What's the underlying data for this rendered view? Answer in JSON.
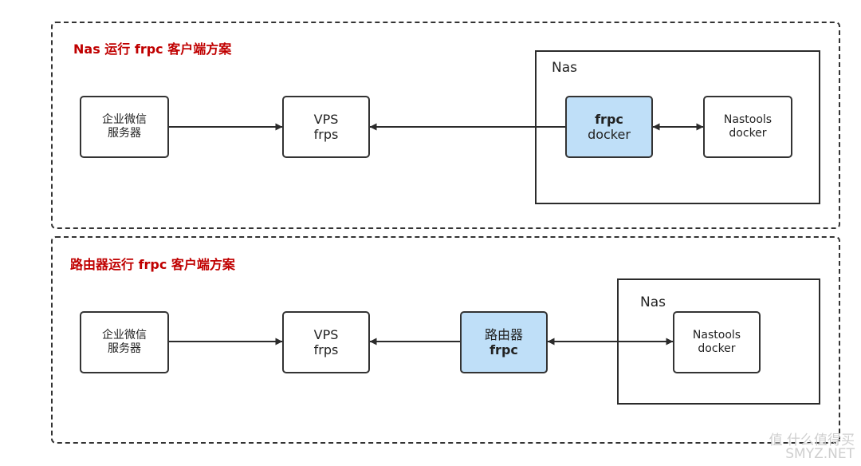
{
  "diagram_1": {
    "title": "Nas 运行 frpc 客户端方案",
    "client": {
      "line1": "企业微信",
      "line2": "服务器"
    },
    "server": {
      "line1": "VPS",
      "line2": "frps"
    },
    "group_label": "Nas",
    "frpc_node": {
      "line1": "frpc",
      "line2": "docker"
    },
    "nastools_node": {
      "line1": "Nastools",
      "line2": "docker"
    }
  },
  "diagram_2": {
    "title": "路由器运行 frpc 客户端方案",
    "client": {
      "line1": "企业微信",
      "line2": "服务器"
    },
    "server": {
      "line1": "VPS",
      "line2": "frps"
    },
    "router_node": {
      "line1": "路由器",
      "line2": "frpc"
    },
    "group_label": "Nas",
    "nastools_node": {
      "line1": "Nastools",
      "line2": "docker"
    }
  },
  "colors": {
    "title_red": "#c00000",
    "highlight_fill": "#bfdff8",
    "stroke": "#2b2b2b"
  },
  "watermark": {
    "logo_text": "值 什么值得买",
    "site": "SMYZ.NET"
  }
}
